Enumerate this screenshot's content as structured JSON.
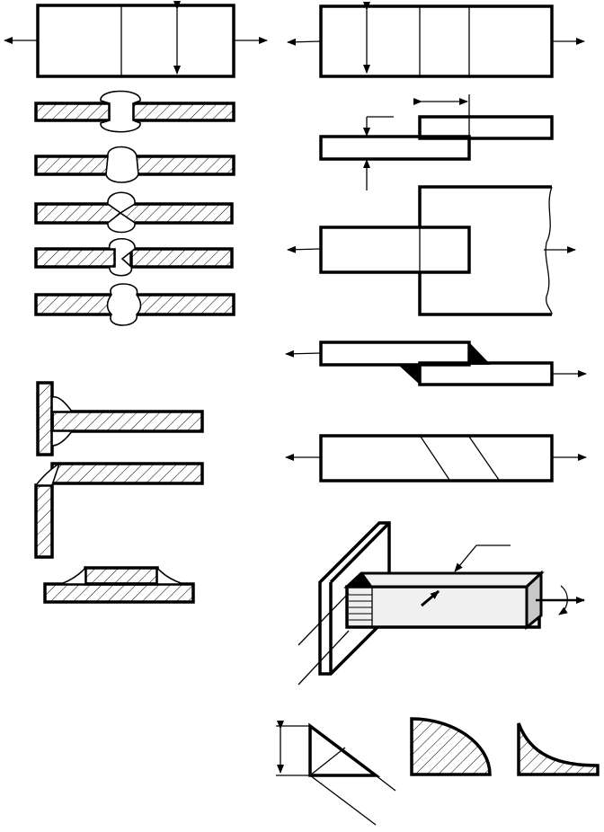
{
  "colors": {
    "line": "#000000",
    "background": "#ffffff",
    "beam_face": "#f0f0f0",
    "beam_end": "#c8c8c8"
  },
  "figures": [
    "butt-joint-plan",
    "butt-weld-sections",
    "lap-joint-plan",
    "lap-joint-section",
    "slot-joint",
    "lap-fillet-joint",
    "oblique-butt-joint",
    "t-joints",
    "cantilever-weld-3d",
    "fillet-profiles"
  ]
}
